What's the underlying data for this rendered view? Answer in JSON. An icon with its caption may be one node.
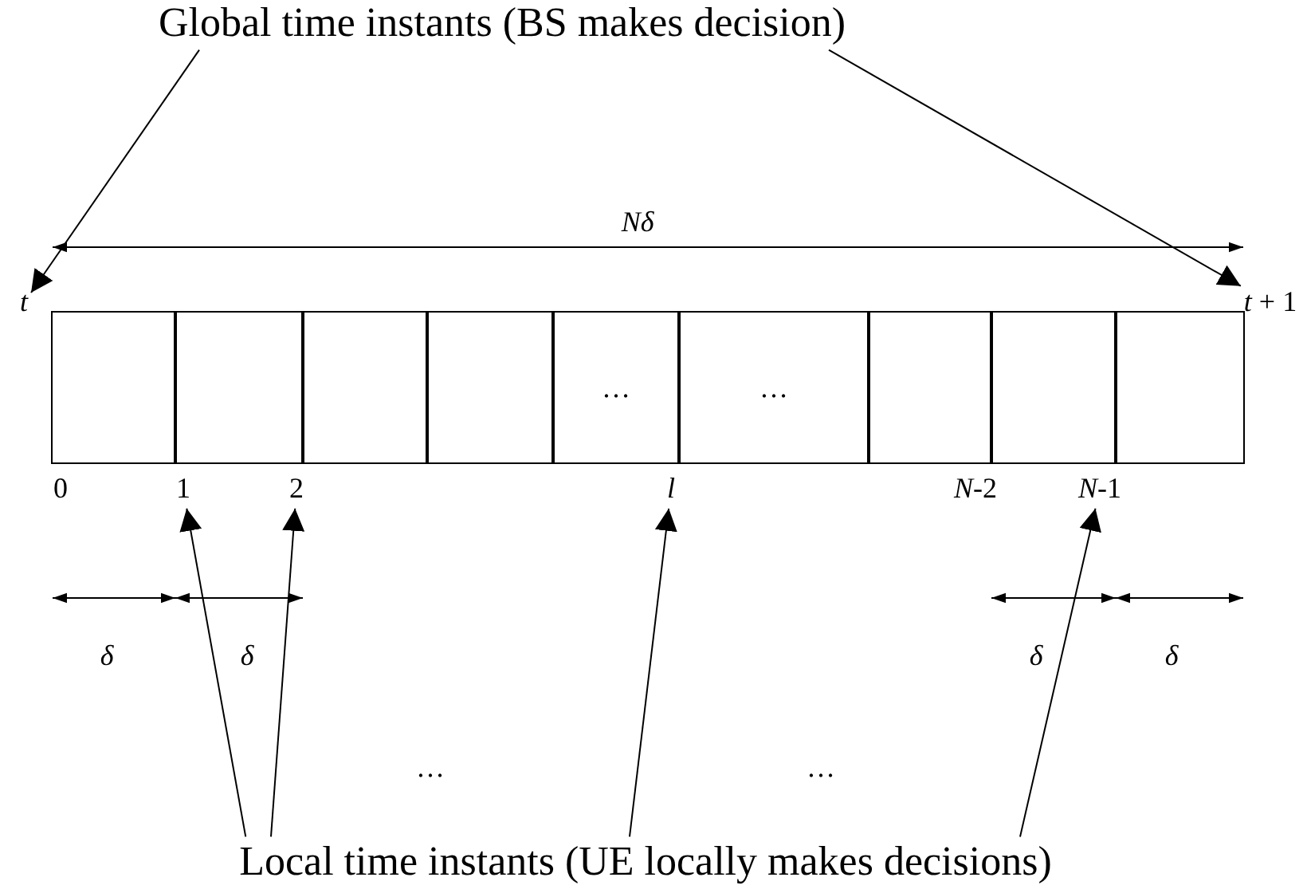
{
  "diagram": {
    "nodes": [
      {
        "text": [
          "Global time instants (BS makes decision)"
        ]
      },
      {
        "text": [
          "t"
        ]
      },
      {
        "text": [
          "*t* + 1"
        ]
      },
      {
        "text": [],
        "shape": "box"
      },
      {
        "text": [],
        "shape": "box"
      },
      {
        "text": [],
        "shape": "box"
      },
      {
        "text": [],
        "shape": "box"
      },
      {
        "text": [
          "…"
        ]
      },
      {
        "text": [
          "…"
        ]
      },
      {
        "text": [],
        "shape": "box"
      },
      {
        "text": [],
        "shape": "box"
      },
      {
        "text": [],
        "shape": "box"
      },
      {
        "text": [
          "0"
        ]
      },
      {
        "text": [
          "1"
        ]
      },
      {
        "text": [
          "2"
        ]
      },
      {
        "text": [
          "l"
        ]
      },
      {
        "text": [
          "*N*-2"
        ]
      },
      {
        "text": [
          "*N*-1"
        ]
      },
      {
        "text": [
          "Local time instants (UE locally makes decisions)"
        ]
      }
    ],
    "edges": [
      {
        "from": 0,
        "to": 1,
        "arrow": "to"
      },
      {
        "from": 0,
        "to": 2,
        "arrow": "to"
      },
      {
        "from": 18,
        "to": 13,
        "arrow": "to"
      },
      {
        "from": 18,
        "to": 14,
        "arrow": "to"
      },
      {
        "from": 18,
        "to": 15,
        "arrow": "to"
      },
      {
        "from": 18,
        "to": 17,
        "arrow": "to"
      }
    ],
    "labels": [
      "Nδ",
      "δ",
      "δ",
      "δ",
      "δ",
      "…",
      "…"
    ]
  }
}
